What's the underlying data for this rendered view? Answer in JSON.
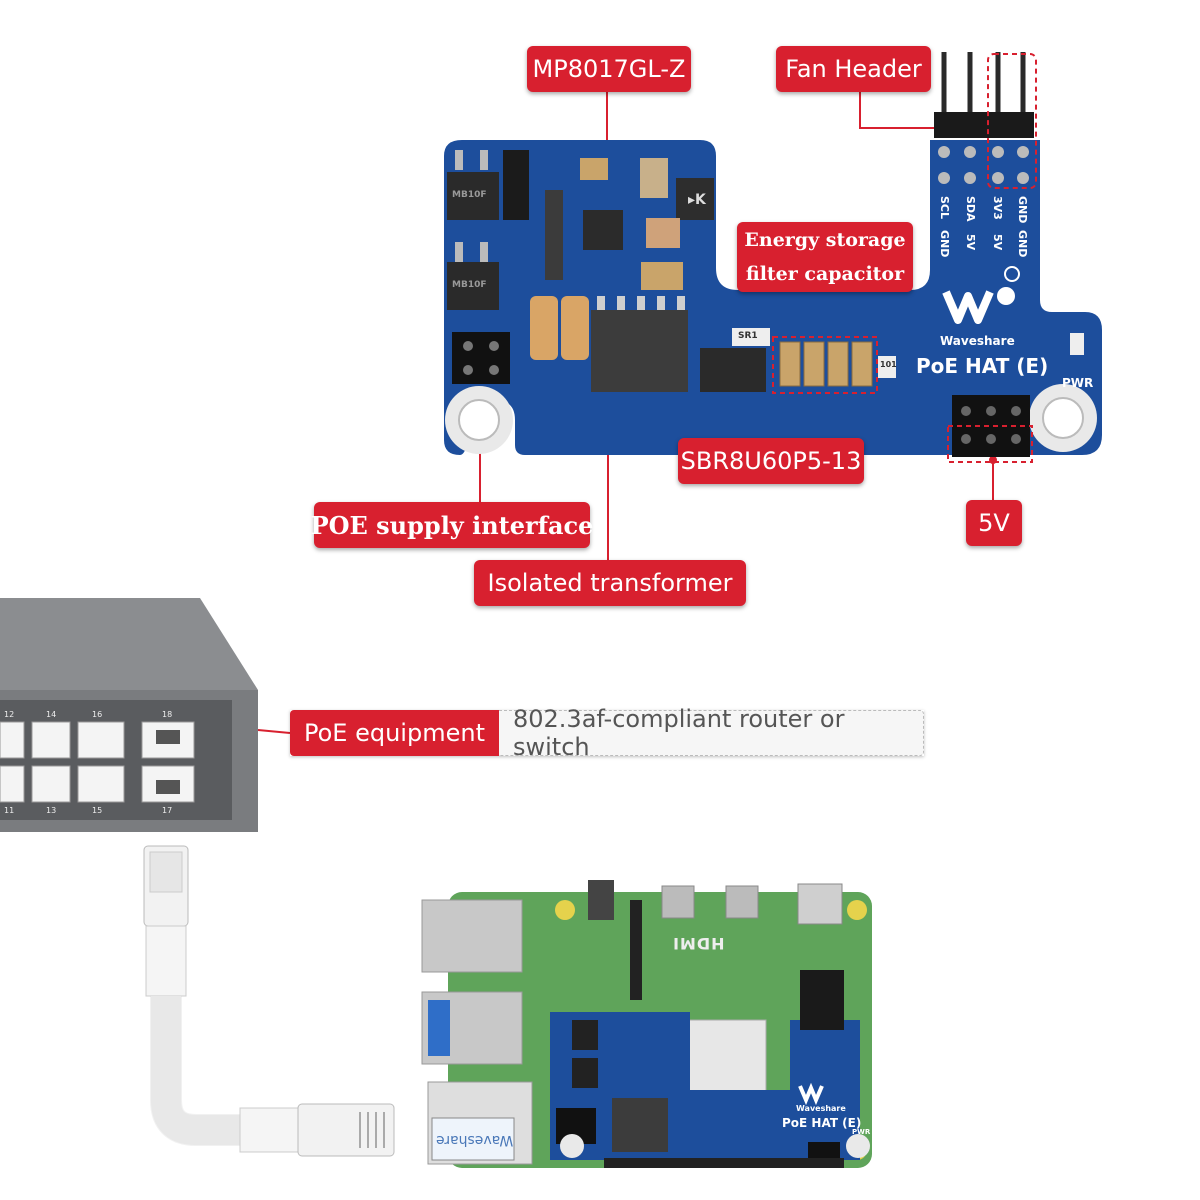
{
  "labels": {
    "mp8017": "MP8017GL-Z",
    "fan_header": "Fan Header",
    "energy_line1": "Energy storage",
    "energy_line2": "filter capacitor",
    "sbr": "SBR8U60P5-13",
    "poe_supply": "POE supply interface",
    "transformer": "Isolated transformer",
    "five_v": "5V"
  },
  "board": {
    "name": "PoE HAT (E)",
    "brand": "Waveshare",
    "pwr": "PWR",
    "pins_top": [
      "SCL",
      "SDA",
      "3V3",
      "GND"
    ],
    "pins_bottom": [
      "GND",
      "5V",
      "5V",
      "GND"
    ],
    "chip_marks": [
      "MB10F",
      "MB10F",
      "SR1",
      "101"
    ]
  },
  "poe_equipment": {
    "tag": "PoE equipment",
    "description": "802.3af-compliant router or switch"
  },
  "switch": {
    "port_numbers_top": [
      "12",
      "14",
      "16",
      "18"
    ],
    "port_numbers_bottom": [
      "11",
      "13",
      "15",
      "17"
    ]
  },
  "pi": {
    "hdmi_text": "HDMI",
    "sticker_text": "Waveshare",
    "mini_board_name": "PoE HAT (E)",
    "mini_brand": "Waveshare",
    "mini_pwr": "PWR"
  },
  "colors": {
    "callout_red": "#d8202f",
    "board_blue": "#1d4e9c",
    "pi_green": "#5fa45a"
  }
}
